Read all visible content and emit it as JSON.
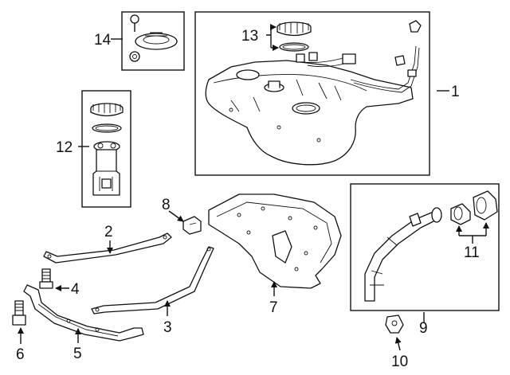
{
  "callouts": {
    "c1": "1",
    "c2": "2",
    "c3": "3",
    "c4": "4",
    "c5": "5",
    "c6": "6",
    "c7": "7",
    "c8": "8",
    "c9": "9",
    "c10": "10",
    "c11": "11",
    "c12": "12",
    "c13": "13",
    "c14": "14"
  },
  "colors": {
    "ink": "#111111",
    "background": "#ffffff"
  }
}
